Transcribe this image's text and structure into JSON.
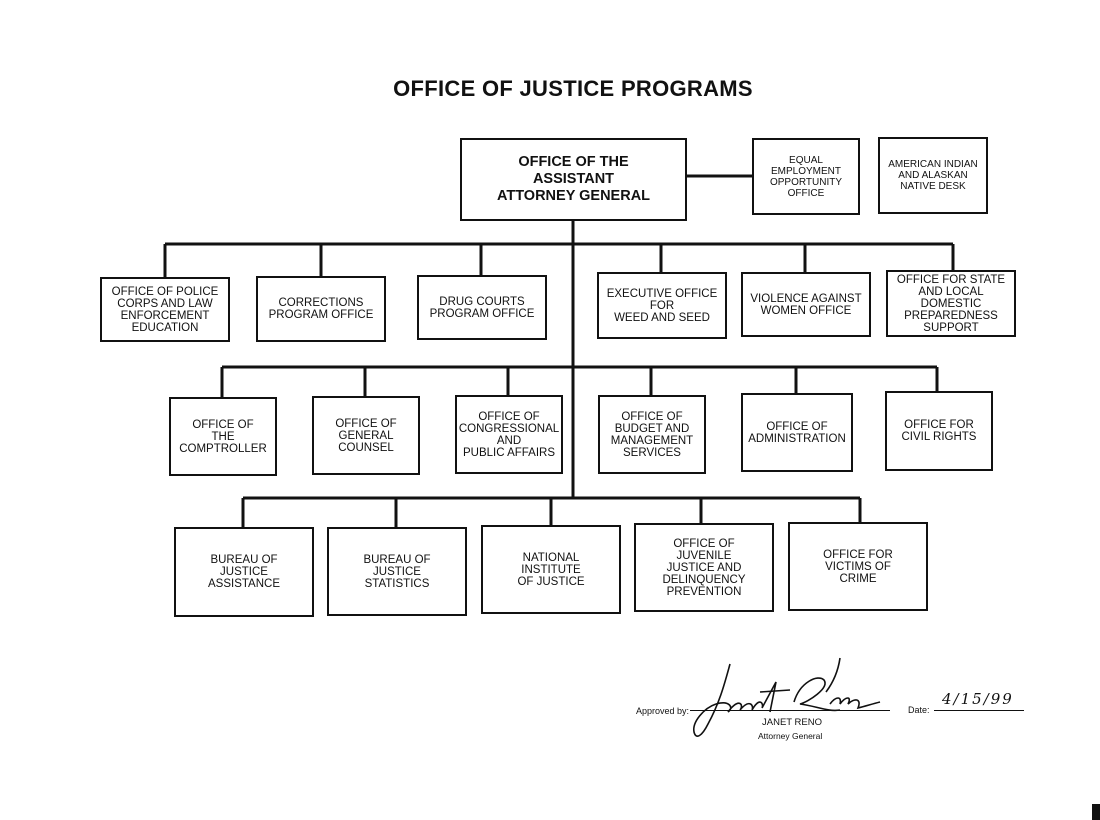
{
  "title": "OFFICE OF JUSTICE PROGRAMS",
  "head": "OFFICE OF THE\nASSISTANT\nATTORNEY GENERAL",
  "side": [
    "EQUAL\nEMPLOYMENT\nOPPORTUNITY\nOFFICE",
    "AMERICAN INDIAN\nAND ALASKAN\nNATIVE DESK"
  ],
  "row1": [
    "OFFICE OF POLICE\nCORPS AND LAW\nENFORCEMENT\nEDUCATION",
    "CORRECTIONS\nPROGRAM OFFICE",
    "DRUG COURTS\nPROGRAM OFFICE",
    "EXECUTIVE OFFICE\nFOR\nWEED AND SEED",
    "VIOLENCE AGAINST\nWOMEN OFFICE",
    "OFFICE FOR STATE\nAND LOCAL DOMESTIC\nPREPAREDNESS\nSUPPORT"
  ],
  "row2": [
    "OFFICE OF\nTHE\nCOMPTROLLER",
    "OFFICE OF\nGENERAL\nCOUNSEL",
    "OFFICE OF\nCONGRESSIONAL\nAND\nPUBLIC AFFAIRS",
    "OFFICE OF\nBUDGET AND\nMANAGEMENT\nSERVICES",
    "OFFICE OF\nADMINISTRATION",
    "OFFICE FOR\nCIVIL RIGHTS"
  ],
  "row3": [
    "BUREAU OF\nJUSTICE\nASSISTANCE",
    "BUREAU OF\nJUSTICE\nSTATISTICS",
    "NATIONAL\nINSTITUTE\nOF JUSTICE",
    "OFFICE OF\nJUVENILE\nJUSTICE AND\nDELINQUENCY\nPREVENTION",
    "OFFICE FOR\nVICTIMS OF\nCRIME"
  ],
  "approval": {
    "approved_label": "Approved by:",
    "name": "JANET RENO",
    "position": "Attorney General",
    "date_label": "Date:",
    "date_value": "4/15/99"
  }
}
